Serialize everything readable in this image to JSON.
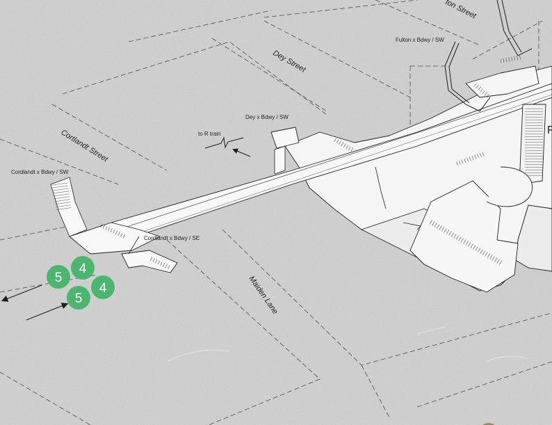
{
  "streets": {
    "fulton": "ton Street",
    "dey": "Dey Street",
    "cortlandt": "Cortlandt Street",
    "maiden": "Maiden Lane"
  },
  "entrances": {
    "fulton_sw": "Fulton x Bdwy / SW",
    "dey_sw": "Dey x Bdwy / SW",
    "cortlandt_sw": "Cordlandt x Bdwy / SW",
    "cortlandt_se": "Cordlandt x Bdwy / SE"
  },
  "transfer": {
    "r_train": "to R train"
  },
  "cut_label": "F",
  "route_badges": [
    {
      "label": "5",
      "color": "#4cb56f"
    },
    {
      "label": "4",
      "color": "#4cb56f"
    },
    {
      "label": "5",
      "color": "#4cb56f"
    },
    {
      "label": "4",
      "color": "#4cb56f"
    }
  ],
  "colors": {
    "background": "#d9d9d9",
    "structure": "#f4f4f4",
    "line": "#1e1e1e",
    "route_45": "#4cb56f",
    "corner_badge": "#a08a55"
  }
}
